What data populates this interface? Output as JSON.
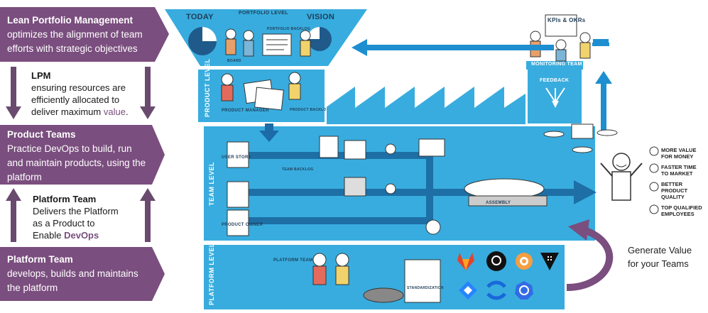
{
  "left_panel": {
    "lpm_banner": {
      "title": "Lean Portfolio Management",
      "line1": "optimizes the alignment of team",
      "line2": "efforts with strategic objectives"
    },
    "lpm_note": {
      "title": "LPM",
      "line1": "ensuring resources are",
      "line2": "efficiently allocated to",
      "line3_prefix": "deliver maximum ",
      "line3_highlight": "value",
      "line3_suffix": "."
    },
    "product_banner": {
      "title": "Product Teams",
      "line1": "Practice DevOps to build, run",
      "line2": "and maintain products, using the",
      "line3": "platform"
    },
    "platform_note": {
      "title": "Platform Team",
      "line1": "Delivers the Platform",
      "line2": "as a Product to",
      "line3_prefix": "Enable ",
      "line3_highlight": "DevOps"
    },
    "platform_banner": {
      "title": "Platform Team",
      "line1": "develops, builds and maintains",
      "line2": "the platform"
    }
  },
  "diagram": {
    "today": "TODAY",
    "portfolio_level_top": "PORTFOLIO LEVEL",
    "vision": "VISION",
    "portfolio_backlog": "PORTFOLIO BACKLOG",
    "board": "BOARD",
    "product_level": "PRODUCT LEVEL",
    "product_manager": "PRODUCT MANAGER",
    "product_backlog": "PRODUCT BACKLOG",
    "team_level": "TEAM LEVEL",
    "team_backlog": "TEAM BACKLOG",
    "product_owner": "PRODUCT OWNER",
    "assembly": "ASSEMBLY",
    "platform_level": "PLATFORM LEVEL",
    "platform_team": "PLATFORM TEAM",
    "standardization": "STANDARDIZATION",
    "kpi": "KPIs & OKRs",
    "monitoring_team": "MONITORING TEAM",
    "feedback": "FEEDBACK",
    "user_story": "USER STORY"
  },
  "benefits": [
    {
      "line1": "MORE VALUE",
      "line2": "FOR MONEY"
    },
    {
      "line1": "FASTER TIME",
      "line2": "TO MARKET"
    },
    {
      "line1": "BETTER",
      "line2": "PRODUCT",
      "line3": "QUALITY"
    },
    {
      "line1": "TOP QUALIFIED",
      "line2": "EMPLOYEES"
    }
  ],
  "generate_value": {
    "line1": "Generate Value",
    "line2": "for your Teams"
  },
  "tools": [
    "gitlab-icon",
    "github-icon",
    "grafana-icon",
    "vault-icon",
    "jira-icon",
    "confluence-icon",
    "kubernetes-icon"
  ],
  "colors": {
    "purple": "#7a4e7e",
    "blue": "#38acde",
    "arrow_blue": "#1d8fd0",
    "dark_arrow": "#1c6aa8"
  }
}
